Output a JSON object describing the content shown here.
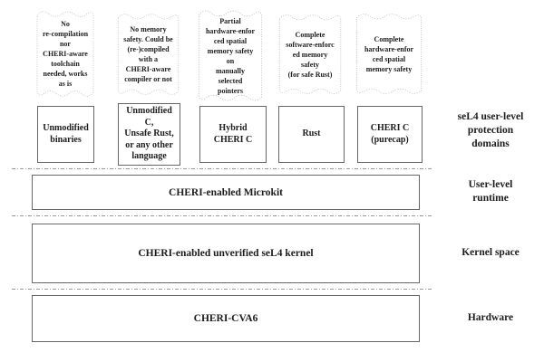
{
  "columns": [
    {
      "note": "No\nre-compilation\nnor\nCHERI-aware\ntoolchain\nneeded, works\nas is",
      "label": "Unmodified\nbinaries"
    },
    {
      "note": "No memory\nsafety. Could be\n(re-)compiled\nwith a\nCHERI-aware\ncompiler or not",
      "label": "Unmodified\nC,\nUnsafe Rust,\nor any other\nlanguage"
    },
    {
      "note": "Partial\nhardware-enfor\nced spatial\nmemory safety\non\nmanually\nselected\npointers",
      "label": "Hybrid\nCHERI C"
    },
    {
      "note": "Complete\nsoftware-enforc\ned memory\nsafety\n(for safe Rust)",
      "label": "Rust"
    },
    {
      "note": "Complete\nhardware-enfor\nced spatial\nmemory safety",
      "label": "CHERI C\n(purecap)"
    }
  ],
  "layers": [
    {
      "label": "CHERI-enabled Microkit"
    },
    {
      "label": "CHERI-enabled unverified seL4 kernel"
    },
    {
      "label": "CHERI-CVA6"
    }
  ],
  "side_labels": [
    {
      "label": "seL4 user-level\nprotection\ndomains"
    },
    {
      "label": "User-level\nruntime"
    },
    {
      "label": "Kernel space"
    },
    {
      "label": "Hardware"
    }
  ],
  "colors": {
    "background": "#ffffff",
    "text": "#1c1c1c",
    "box_border": "#666666",
    "note_border": "#aaaaaa",
    "separator": "#999999"
  }
}
